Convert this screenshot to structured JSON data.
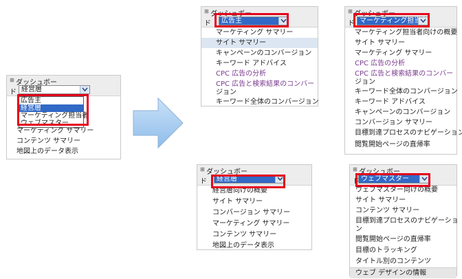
{
  "panel_title_line1": "ダッシュボー",
  "panel_title_line2": "ド",
  "left_panel": {
    "select_value": "経営層",
    "dropdown_options": [
      {
        "label": "広告主",
        "active": false
      },
      {
        "label": "経営層",
        "active": true
      },
      {
        "label": "マーケティング担当者",
        "active": false
      },
      {
        "label": "ウェブマスター",
        "active": false
      }
    ],
    "items": [
      "マーケティング サマリー",
      "コンテンツ サマリー",
      "地図上のデータ表示"
    ]
  },
  "advertiser_panel": {
    "select_value": "広告主",
    "items": [
      "マーケティング サマリー",
      "サイト サマリー",
      "キャンペーンのコンバージョン",
      "キーワード アドバイス",
      "CPC 広告の分析",
      "CPC 広告と検索結果のコンバー",
      "ジョン",
      "キーワード全体のコンバージョン"
    ]
  },
  "marketing_panel": {
    "select_value": "マーケティング担当者",
    "items": [
      "マーケティング担当者向けの概要",
      "サイト サマリー",
      "マーケティング サマリー",
      "CPC 広告の分析",
      "CPC 広告と検索結果のコンバー",
      "ジョン",
      "キーワード全体のコンバージョン",
      "キーワード アドバイス",
      "キャンペーンのコンバージョン",
      "コンバージョン サマリー",
      "目標到達プロセスのナビゲーション",
      "閲覧開始ページの直帰率"
    ]
  },
  "executive_panel": {
    "select_value": "経営層",
    "items": [
      "経営層向けの概要",
      "サイト サマリー",
      "コンバージョン サマリー",
      "マーケティング サマリー",
      "コンテンツ サマリー",
      "地図上のデータ表示"
    ]
  },
  "webmaster_panel": {
    "select_value": "ウェブマスター",
    "items": [
      "ウェブマスター向けの概要",
      "サイト サマリー",
      "コンテンツ サマリー",
      "目標到達プロセスのナビゲーショ",
      "ン",
      "閲覧開始ページの直帰率",
      "目標のトラッキング",
      "タイトル別のコンテンツ",
      "ウェブ デザインの情報"
    ]
  },
  "icons": {
    "grid": "grid-icon",
    "dropdown": "chevron-down-icon",
    "arrow": "right-arrow-icon"
  },
  "colors": {
    "highlight_red": "#e4001b",
    "select_blue": "#3169c6",
    "arrow_fill": "#a9cdf3"
  }
}
